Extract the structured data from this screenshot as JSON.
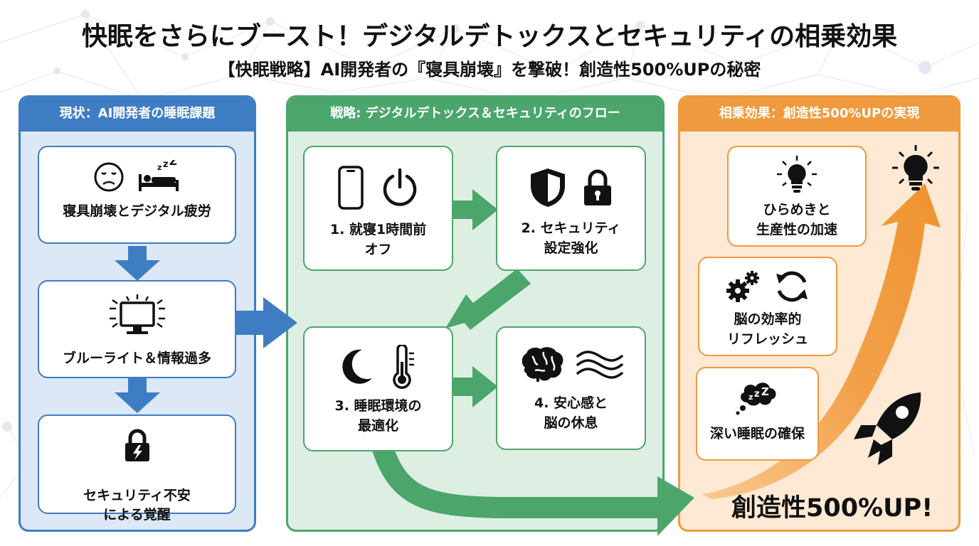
{
  "title": "快眠をさらにブースト！デジタルデトックスとセキュリティの相乗効果",
  "subtitle": "【快眠戦略】AI開発者の『寝具崩壊』を撃破！創造性500%UPの秘密",
  "colors": {
    "blue": "#3e7dc3",
    "green": "#4ca66c",
    "orange": "#ef9a3e"
  },
  "panels": {
    "current": {
      "header": "現状：AI開発者の睡眠課題",
      "cards": [
        {
          "label": "寝具崩壊とデジタル疲労",
          "icons": [
            "sad-face-icon",
            "sleeping-bed-icon"
          ]
        },
        {
          "label": "ブルーライト＆情報過多",
          "icons": [
            "glowing-monitor-icon"
          ]
        },
        {
          "label": "セキュリティ不安\nによる覚醒",
          "icons": [
            "broken-lock-icon"
          ]
        }
      ]
    },
    "strategy": {
      "header": "戦略: デジタルデトックス＆セキュリティのフロー",
      "cards": [
        {
          "label": "1. 就寝1時間前\nオフ",
          "icons": [
            "smartphone-icon",
            "power-icon"
          ]
        },
        {
          "label": "2. セキュリティ\n設定強化",
          "icons": [
            "shield-icon",
            "padlock-icon"
          ]
        },
        {
          "label": "3. 睡眠環境の\n最適化",
          "icons": [
            "moon-icon",
            "thermometer-icon"
          ]
        },
        {
          "label": "4. 安心感と\n脳の休息",
          "icons": [
            "brain-icon",
            "waves-icon"
          ]
        }
      ]
    },
    "synergy": {
      "header": "相乗効果：創造性500%UPの実現",
      "cards": [
        {
          "label": "ひらめきと\n生産性の加速",
          "icons": [
            "lightbulb-icon"
          ]
        },
        {
          "label": "脳の効率的\nリフレッシュ",
          "icons": [
            "gears-icon",
            "refresh-icon"
          ]
        },
        {
          "label": "深い睡眠の確保",
          "icons": [
            "thought-cloud-zzz-icon"
          ]
        }
      ],
      "big_text": "創造性500%UP!",
      "extra_icons": [
        "lightbulb-icon",
        "rocket-icon"
      ]
    }
  }
}
